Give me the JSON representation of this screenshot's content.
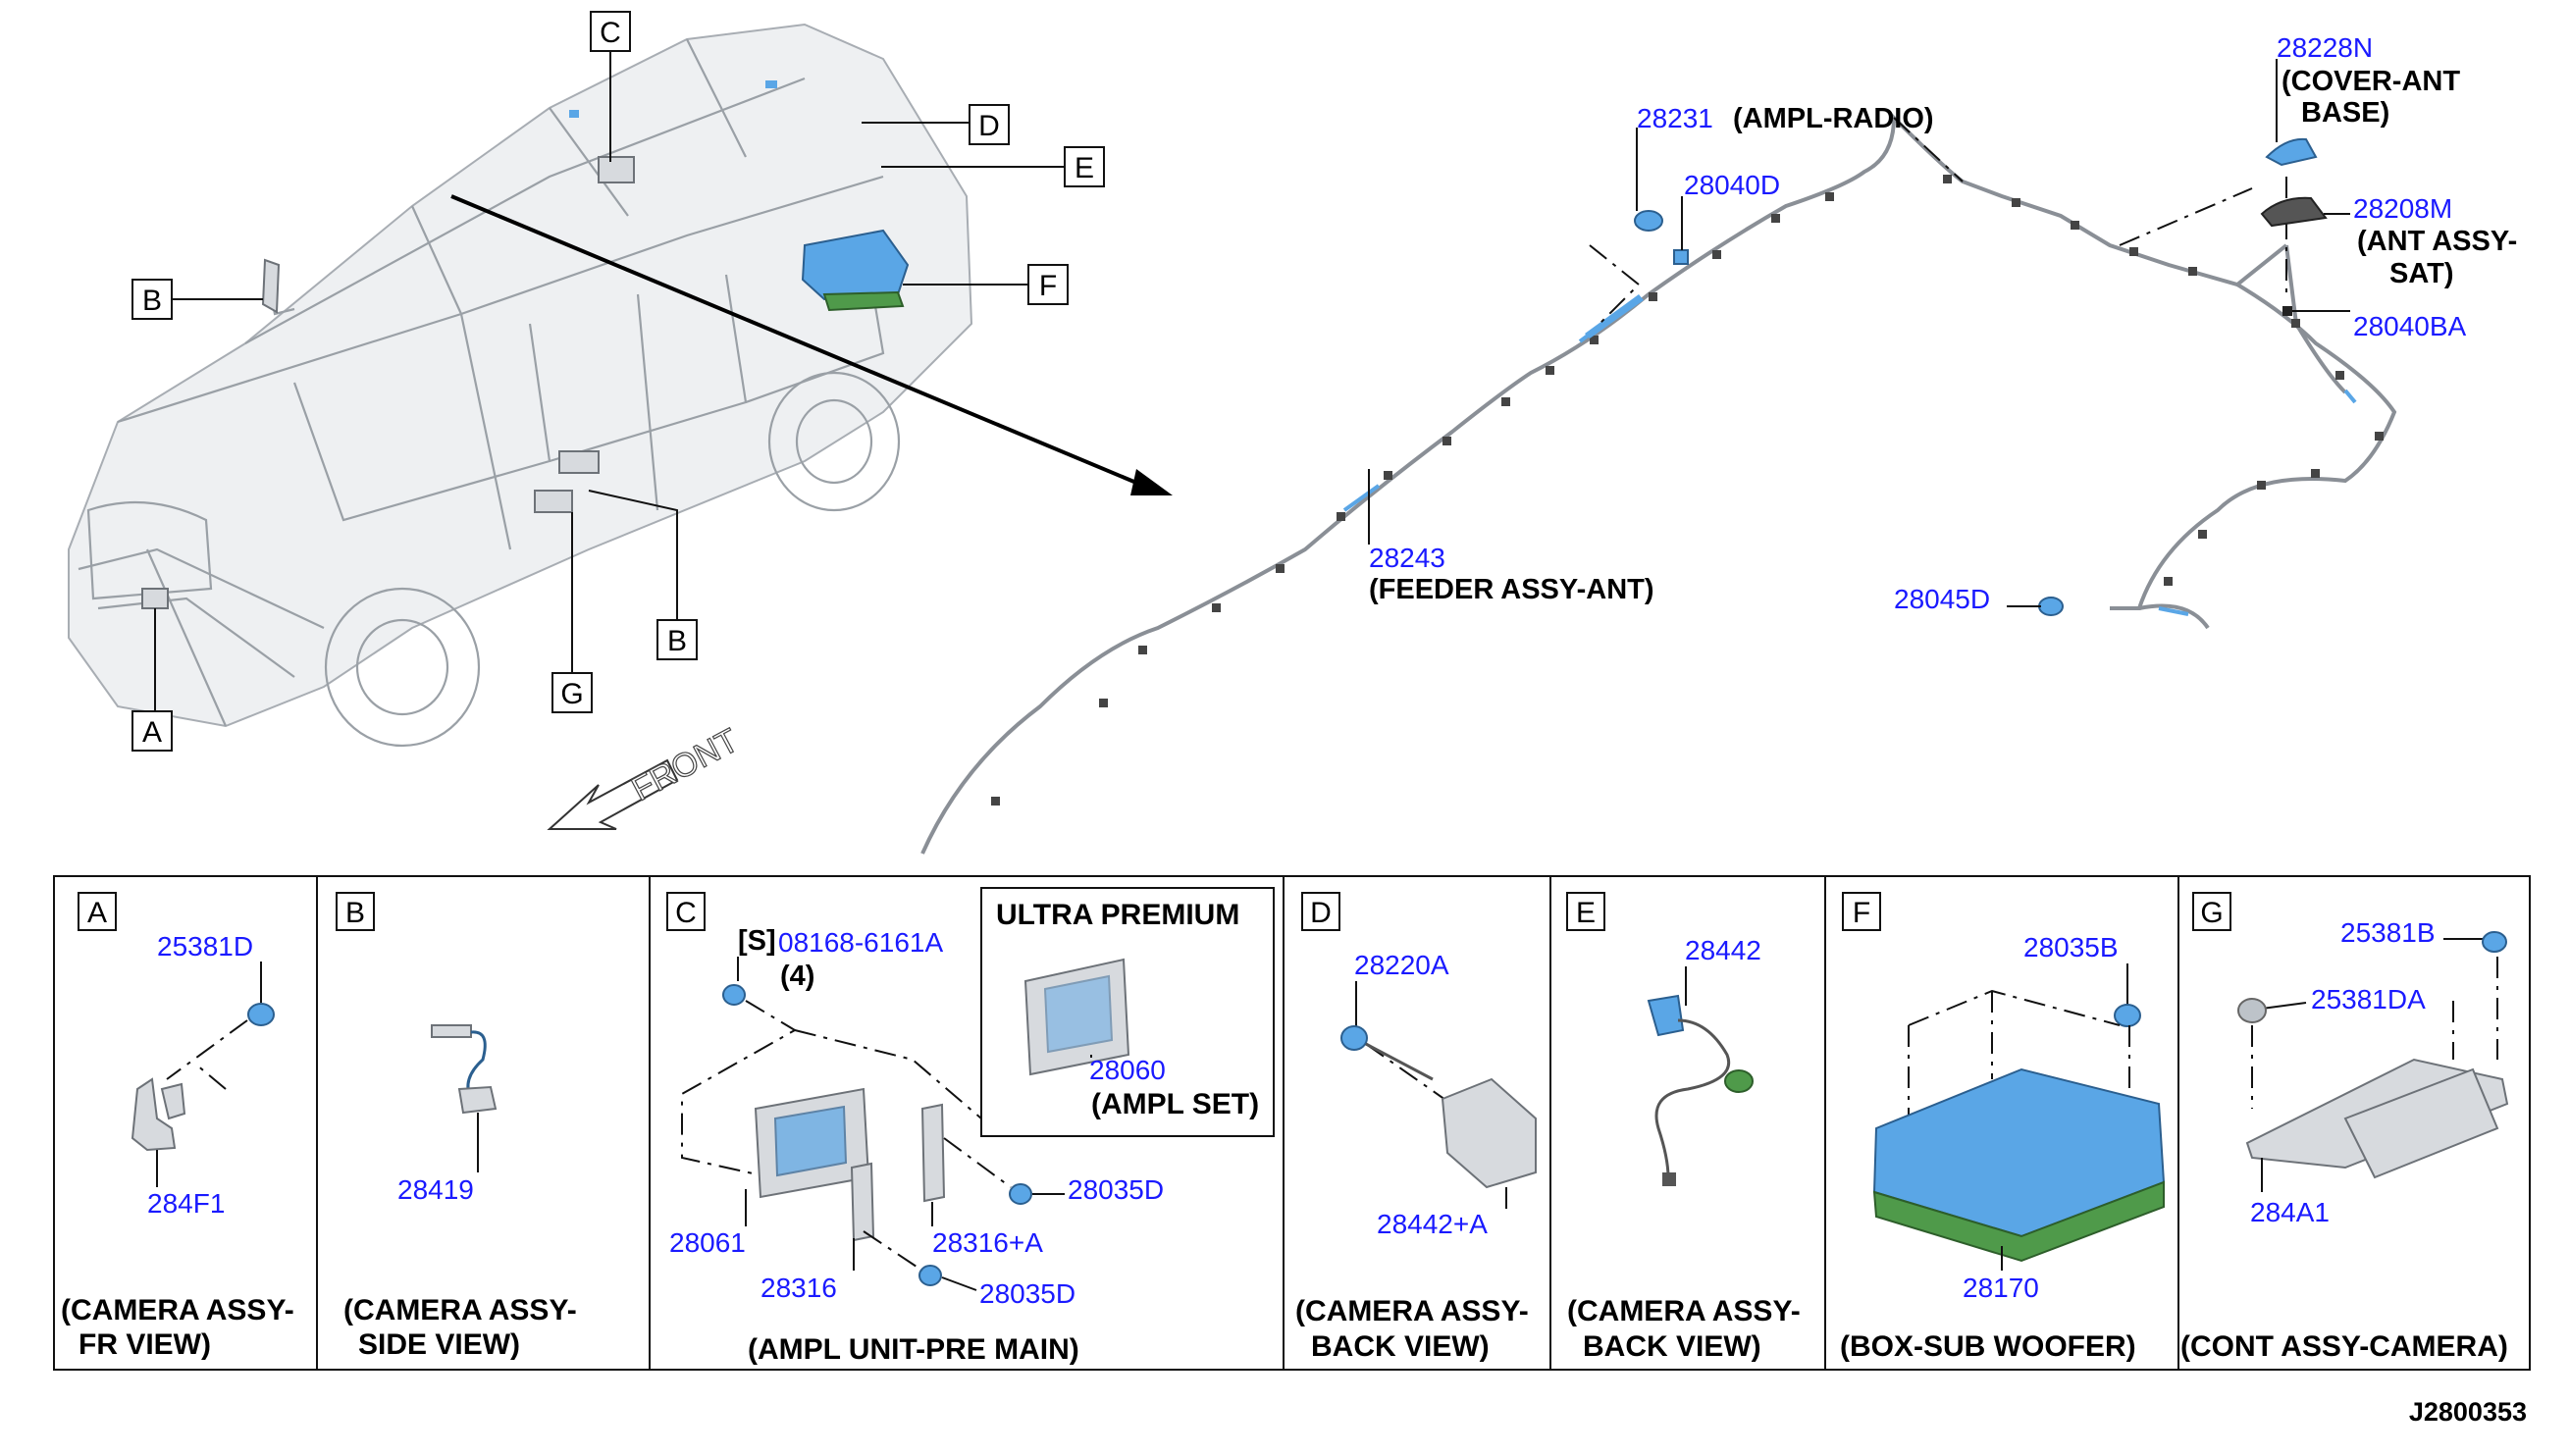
{
  "callouts": {
    "a": "A",
    "b1": "B",
    "b2": "B",
    "c": "C",
    "d": "D",
    "e": "E",
    "f": "F",
    "g": "G"
  },
  "front_label": "FRONT",
  "antenna": {
    "ampl_radio_pn": "28231",
    "ampl_radio_name": "(AMPL-RADIO)",
    "feeder_clip_pn": "28040D",
    "cover_pn": "28228N",
    "cover_name_1": "(COVER-ANT",
    "cover_name_2": "BASE)",
    "ant_pn": "28208M",
    "ant_name_1": "(ANT ASSY-",
    "ant_name_2": "SAT)",
    "ant_clip_pn": "28040BA",
    "feeder_pn": "28243",
    "feeder_name": "(FEEDER ASSY-ANT)",
    "end_pn": "28045D"
  },
  "panels": {
    "a": {
      "letter": "A",
      "pn1": "25381D",
      "pn2": "284F1",
      "cap1": "(CAMERA ASSY-",
      "cap2": "FR VIEW)"
    },
    "b": {
      "letter": "B",
      "pn1": "28419",
      "cap1": "(CAMERA ASSY-",
      "cap2": "SIDE VIEW)"
    },
    "c": {
      "letter": "C",
      "s": "[S]",
      "bolt_pn": "08168-6161A",
      "qty": "(4)",
      "unit_pn": "28061",
      "bracket1_pn": "28316",
      "bracket2_pn": "28316+A",
      "screw1_pn": "28035D",
      "screw2_pn": "28035D",
      "cap": "(AMPL UNIT-PRE MAIN)",
      "ultra_title": "ULTRA PREMIUM",
      "ultra_pn": "28060",
      "ultra_name": "(AMPL SET)"
    },
    "d": {
      "letter": "D",
      "pn1": "28220A",
      "pn2": "28442+A",
      "cap1": "(CAMERA ASSY-",
      "cap2": "BACK VIEW)"
    },
    "e": {
      "letter": "E",
      "pn1": "28442",
      "cap1": "(CAMERA ASSY-",
      "cap2": "BACK VIEW)"
    },
    "f": {
      "letter": "F",
      "pn1": "28035B",
      "pn2": "28170",
      "cap1": "(BOX-SUB WOOFER)"
    },
    "g": {
      "letter": "G",
      "pn1": "25381B",
      "pn2": "25381DA",
      "pn3": "284A1",
      "cap1": "(CONT ASSY-CAMERA)"
    }
  },
  "drawing_ref": "J2800353",
  "colors": {
    "part_blue": "#5aa6e6",
    "woofer_green": "#4f9a4a",
    "label_blue": "#1a1aff"
  }
}
